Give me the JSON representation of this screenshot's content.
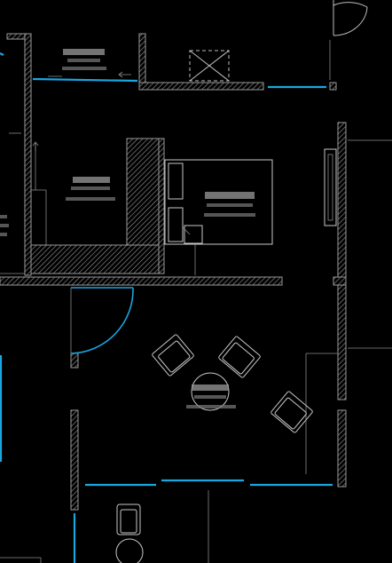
{
  "drawing": {
    "background_color": "#000000",
    "wall_color": "#9a9a9a",
    "glass_color": "#1aa6e0",
    "line_color": "#bdbdbd",
    "room_labels": [
      {
        "id": "room-top",
        "name": "",
        "dims": "",
        "area": ""
      },
      {
        "id": "room-closet",
        "name": "",
        "dims": "",
        "area": ""
      },
      {
        "id": "room-bedroom",
        "name": "",
        "dims": "",
        "area": ""
      },
      {
        "id": "room-living",
        "name": "",
        "dims": "",
        "area": ""
      },
      {
        "id": "room-left",
        "name": "",
        "dims": "",
        "area": ""
      }
    ],
    "icons": [
      "door-swing-icon",
      "armchair-icon",
      "round-table-icon",
      "bed-icon",
      "closet-icon",
      "stair-arrow-icon",
      "chair-icon"
    ]
  }
}
